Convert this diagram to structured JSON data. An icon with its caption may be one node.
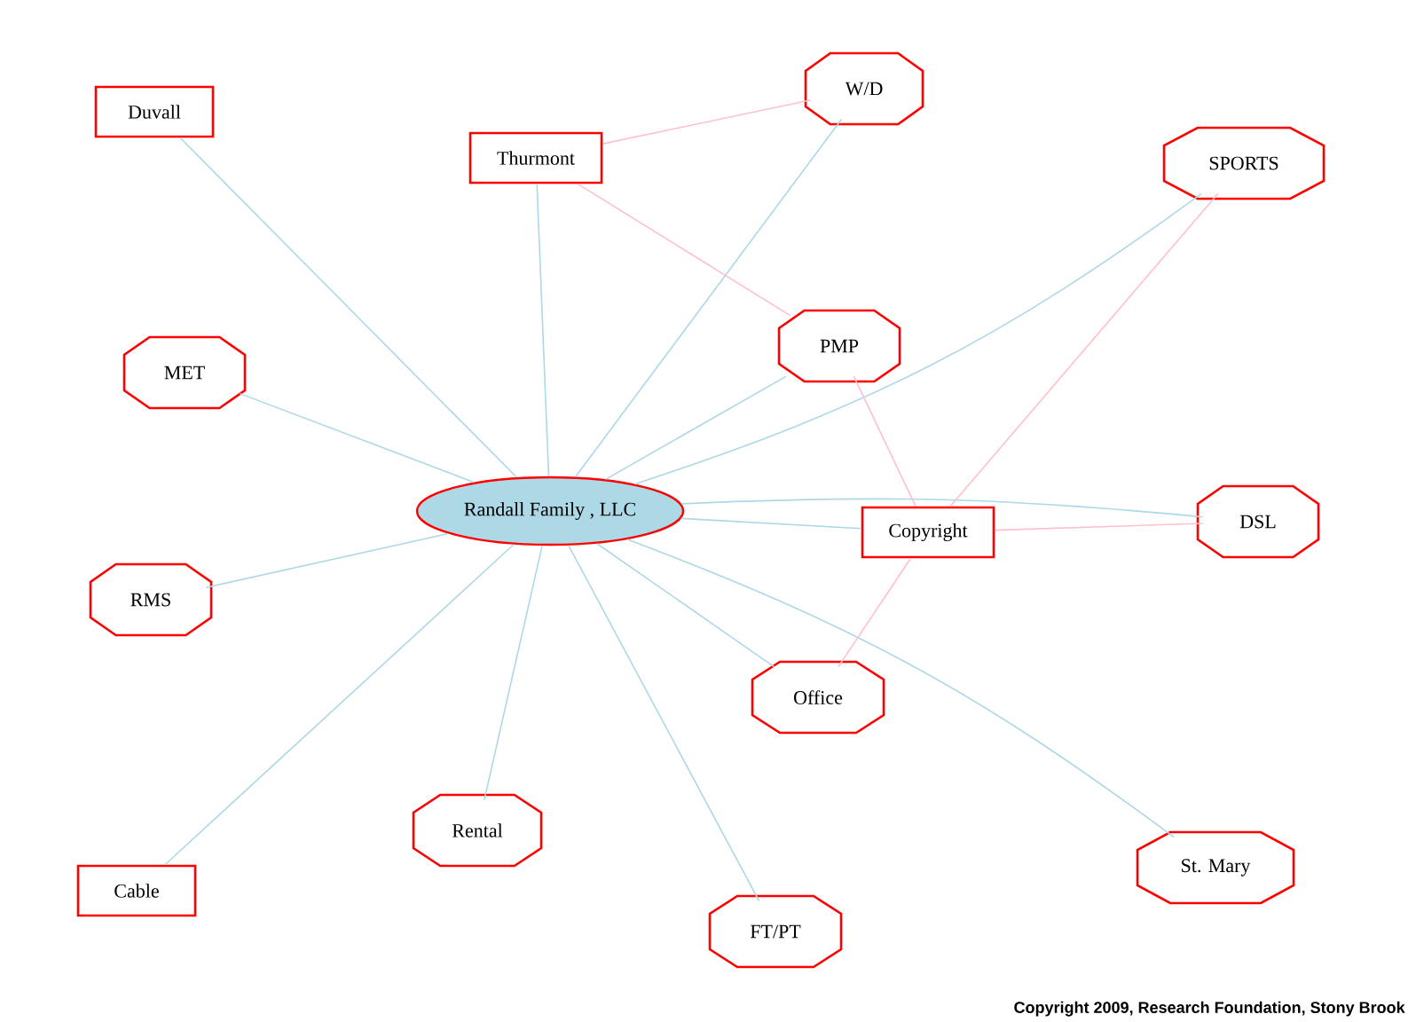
{
  "diagram": {
    "nodes": [
      {
        "text": [
          "Randall Family , LLC"
        ]
      },
      {
        "text": [
          "Duvall"
        ]
      },
      {
        "text": [
          "Thurmont"
        ]
      },
      {
        "text": [
          "W/D"
        ]
      },
      {
        "text": [
          "SPORTS"
        ]
      },
      {
        "text": [
          "MET"
        ]
      },
      {
        "text": [
          "PMP"
        ]
      },
      {
        "text": [
          "Copyright"
        ]
      },
      {
        "text": [
          "DSL"
        ]
      },
      {
        "text": [
          "RMS"
        ]
      },
      {
        "text": [
          "Office"
        ]
      },
      {
        "text": [
          "Cable"
        ]
      },
      {
        "text": [
          "Rental"
        ]
      },
      {
        "text": [
          "St. Mary"
        ]
      },
      {
        "text": [
          "FT/PT"
        ]
      }
    ],
    "edges": [
      {
        "from": 0,
        "to": 1,
        "arrow": "none"
      },
      {
        "from": 0,
        "to": 2,
        "arrow": "none"
      },
      {
        "from": 0,
        "to": 3,
        "arrow": "none"
      },
      {
        "from": 0,
        "to": 4,
        "arrow": "none"
      },
      {
        "from": 0,
        "to": 5,
        "arrow": "none"
      },
      {
        "from": 0,
        "to": 6,
        "arrow": "none"
      },
      {
        "from": 0,
        "to": 7,
        "arrow": "none"
      },
      {
        "from": 0,
        "to": 8,
        "arrow": "none"
      },
      {
        "from": 0,
        "to": 9,
        "arrow": "none"
      },
      {
        "from": 0,
        "to": 10,
        "arrow": "none"
      },
      {
        "from": 0,
        "to": 11,
        "arrow": "none"
      },
      {
        "from": 0,
        "to": 12,
        "arrow": "none"
      },
      {
        "from": 0,
        "to": 13,
        "arrow": "none"
      },
      {
        "from": 0,
        "to": 14,
        "arrow": "none"
      },
      {
        "from": 2,
        "to": 3,
        "arrow": "none",
        "color": "#ffc0cb"
      },
      {
        "from": 2,
        "to": 6,
        "arrow": "none",
        "color": "#ffc0cb"
      },
      {
        "from": 6,
        "to": 7,
        "arrow": "none",
        "color": "#ffc0cb"
      },
      {
        "from": 4,
        "to": 7,
        "arrow": "none",
        "color": "#ffc0cb"
      },
      {
        "from": 7,
        "to": 8,
        "arrow": "none",
        "color": "#ffc0cb"
      },
      {
        "from": 7,
        "to": 10,
        "arrow": "none",
        "color": "#ffc0cb"
      }
    ],
    "labels": [
      "Copyright 2009, Research Foundation, Stony Brook"
    ]
  }
}
